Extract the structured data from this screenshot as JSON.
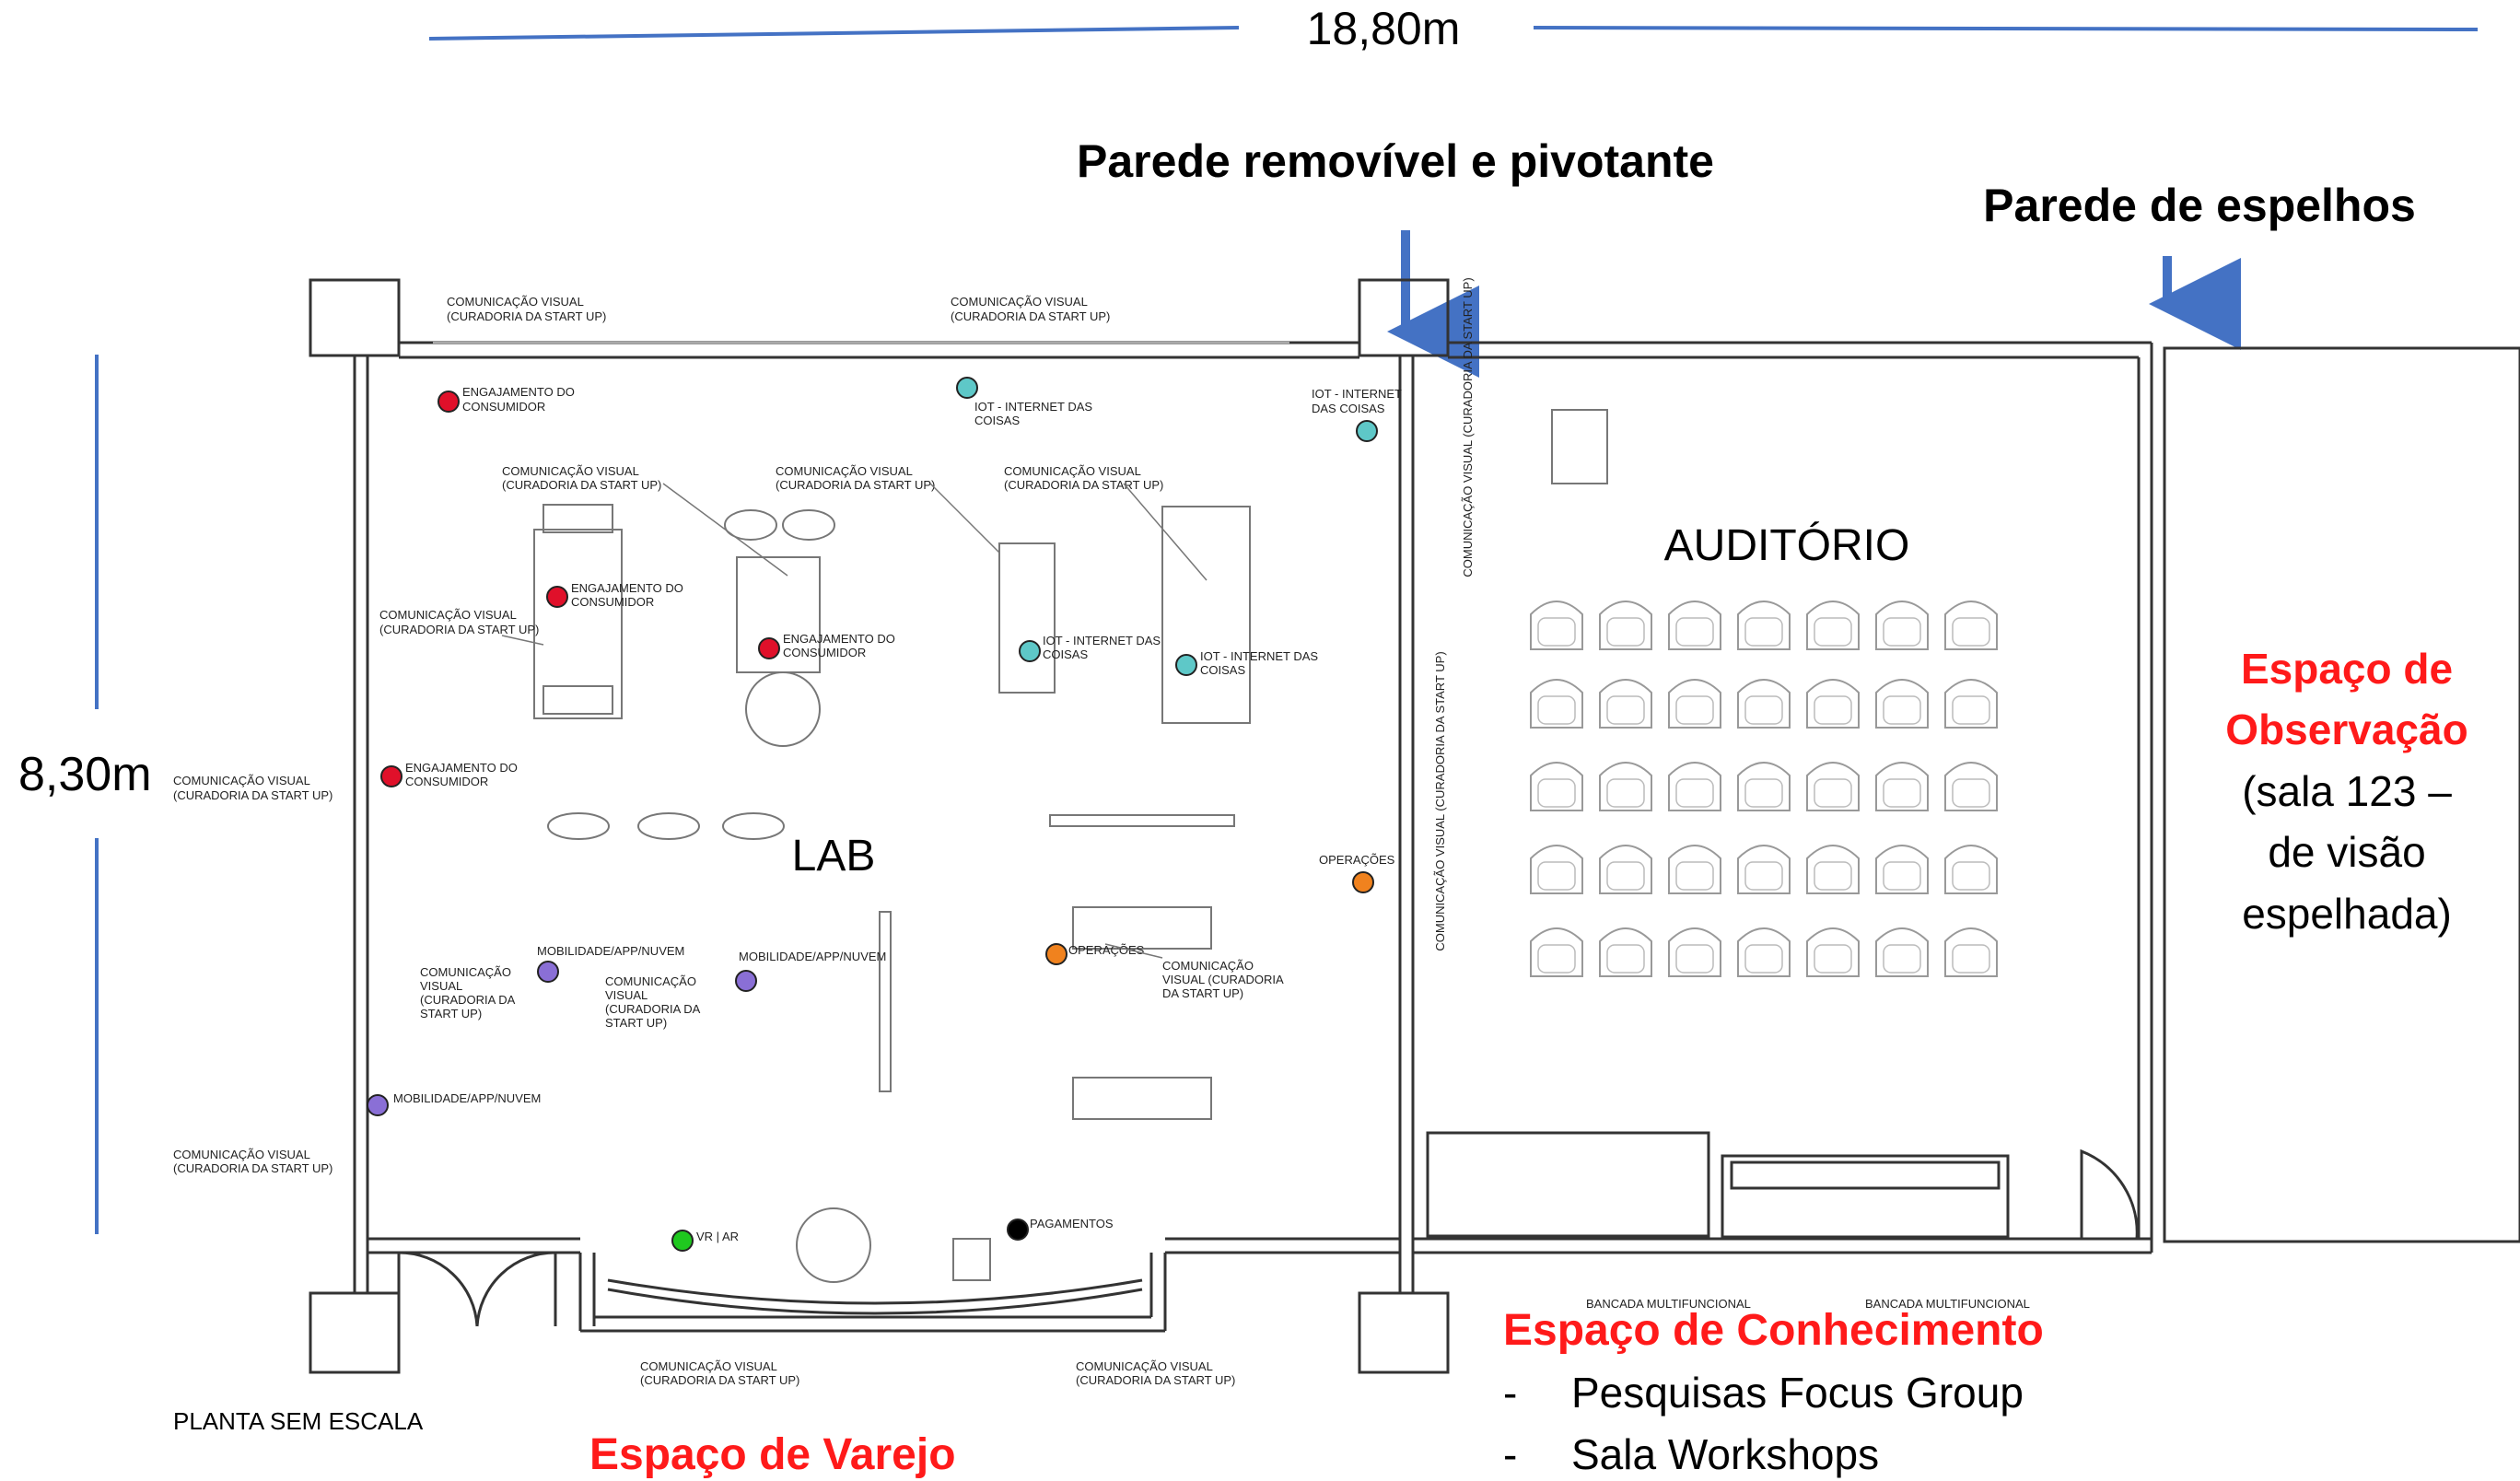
{
  "dimensions": {
    "width": "18,80m",
    "height": "8,30m"
  },
  "callouts": {
    "removable_wall": "Parede removível e pivotante",
    "mirror_wall": "Parede de espelhos"
  },
  "rooms": {
    "lab": "LAB",
    "auditorio": "AUDITÓRIO"
  },
  "spaces": {
    "observacao": {
      "title_line1": "Espaço de",
      "title_line2": "Observação",
      "desc_line1": "(sala 123 –",
      "desc_line2": "de visão",
      "desc_line3": "espelhada)"
    },
    "conhecimento": {
      "title": "Espaço de Conhecimento",
      "items": [
        "Pesquisas Focus Group",
        "Sala Workshops"
      ],
      "bullet": "-"
    },
    "varejo": {
      "title": "Espaço de Varejo"
    }
  },
  "notes": {
    "scale": "PLANTA SEM ESCALA"
  },
  "small_labels": {
    "cv1": "COMUNICAÇÃO VISUAL",
    "cv2": "(CURADORIA DA START UP)",
    "cv_short": "COMUNICAÇÃO",
    "cv_visual": "VISUAL",
    "cv_curadoria_da": "(CURADORIA DA",
    "cv_startup": "START UP)",
    "cv_visual_curadoria": "VISUAL (CURADORIA",
    "cv_da_startup": "DA START UP)",
    "eng1": "ENGAJAMENTO DO",
    "eng2": "CONSUMIDOR",
    "iot1": "IOT - INTERNET DAS",
    "iot2": "COISAS",
    "iot_short": "IOT - INTERNET",
    "iot_short2": "DAS COISAS",
    "mob": "MOBILIDADE/APP/NUVEM",
    "ops": "OPERAÇÕES",
    "vr": "VR | AR",
    "pay": "PAGAMENTOS",
    "bancada": "BANCADA MULTIFUNCIONAL",
    "cv_vertical": "COMUNICAÇÃO VISUAL (CURADORIA DA START UP)"
  },
  "legend_colors": {
    "engajamento": "#e0102a",
    "iot": "#5ec8c8",
    "mobilidade": "#8a6fd6",
    "operacoes": "#f0821e",
    "vr_ar": "#1fc81f",
    "pagamentos": "#000000",
    "callout_arrow": "#4472c4",
    "highlight_text": "#ff1a1a"
  }
}
